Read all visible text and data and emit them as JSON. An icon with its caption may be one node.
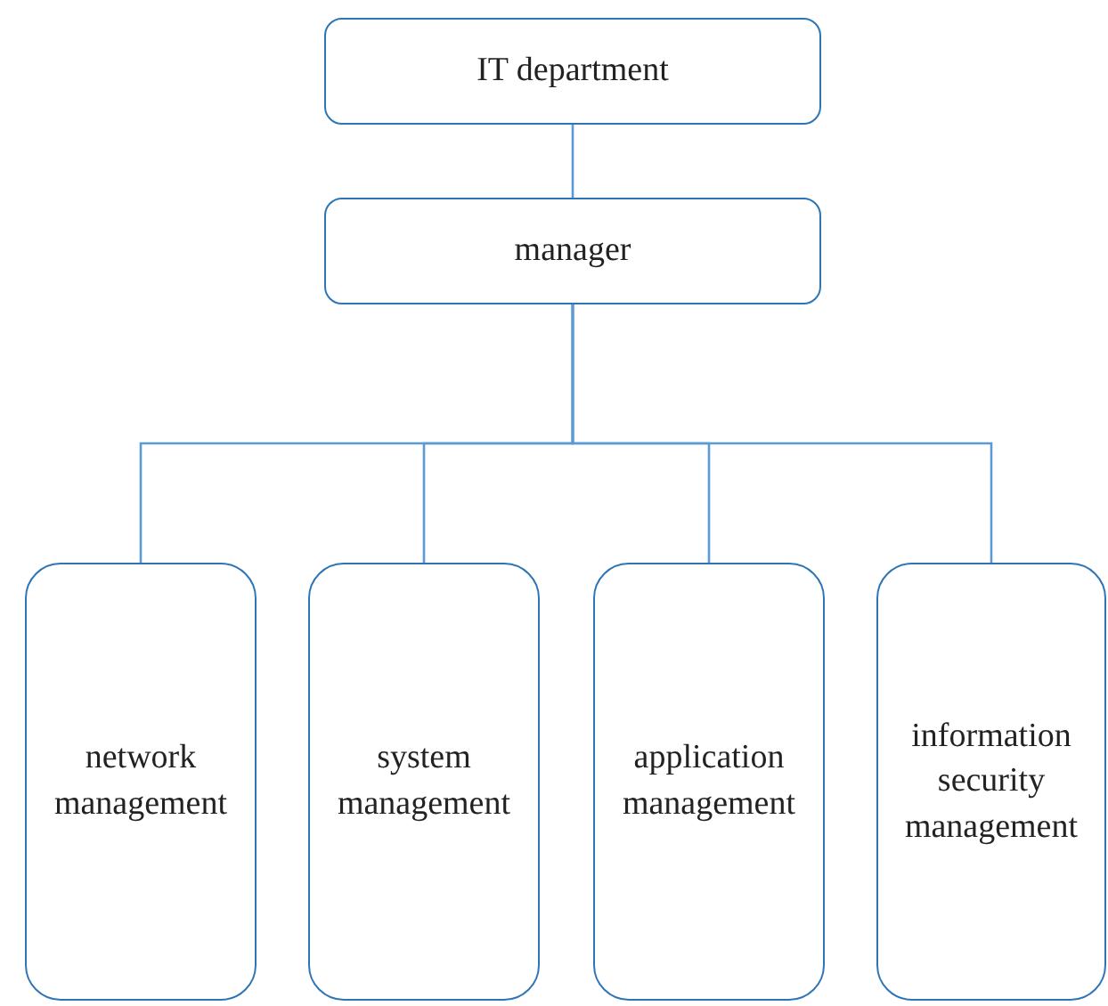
{
  "diagram": {
    "nodes": [
      {
        "text": [
          "IT department"
        ]
      },
      {
        "text": [
          "manager"
        ]
      },
      {
        "text": [
          "network management"
        ]
      },
      {
        "text": [
          "system management"
        ]
      },
      {
        "text": [
          "application management"
        ]
      },
      {
        "text": [
          "information security management"
        ]
      }
    ],
    "edges": [
      {
        "from": 0,
        "to": 1,
        "arrow": "none"
      },
      {
        "from": 1,
        "to": 2,
        "arrow": "none"
      },
      {
        "from": 1,
        "to": 3,
        "arrow": "none"
      },
      {
        "from": 1,
        "to": 4,
        "arrow": "none"
      },
      {
        "from": 1,
        "to": 5,
        "arrow": "none"
      }
    ]
  }
}
